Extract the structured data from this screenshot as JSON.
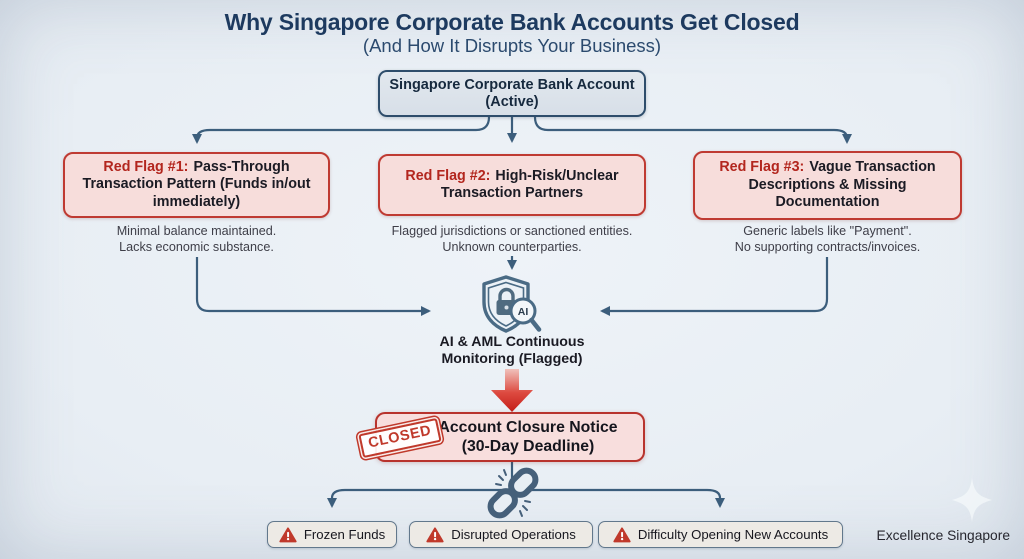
{
  "header": {
    "title": "Why Singapore Corporate Bank Accounts Get Closed",
    "subtitle": "(And How It Disrupts Your Business)"
  },
  "root_box": {
    "line1": "Singapore Corporate Bank Account",
    "line2": "(Active)"
  },
  "red_flags": [
    {
      "label": "Red Flag #1:",
      "title": "Pass-Through Transaction Pattern (Funds in/out immediately)",
      "desc_line1": "Minimal balance maintained.",
      "desc_line2": "Lacks economic substance."
    },
    {
      "label": "Red Flag #2:",
      "title": "High-Risk/Unclear Transaction Partners",
      "desc_line1": "Flagged jurisdictions or sanctioned entities.",
      "desc_line2": "Unknown counterparties."
    },
    {
      "label": "Red Flag #3:",
      "title": "Vague Transaction Descriptions & Missing Documentation",
      "desc_line1": "Generic labels like \"Payment\".",
      "desc_line2": "No supporting contracts/invoices."
    }
  ],
  "monitoring": {
    "line1": "AI & AML Continuous",
    "line2": "Monitoring (Flagged)",
    "ai_badge": "AI"
  },
  "closure": {
    "stamp": "CLOSED",
    "line1": "Account Closure Notice",
    "line2": "(30-Day Deadline)"
  },
  "consequences": [
    {
      "label": "Frozen Funds"
    },
    {
      "label": "Disrupted Operations"
    },
    {
      "label": "Difficulty Opening New Accounts"
    }
  ],
  "footer": {
    "brand": "Excellence Singapore"
  },
  "colors": {
    "background": "#e9eef4",
    "title_navy": "#1d3a5f",
    "connector_line": "#3c5e7c",
    "flag_label_red": "#b3261e",
    "flag_box_pink": "#f7dddb",
    "flag_border_red": "#bf3a32",
    "closure_arrow_red": "#c41e18",
    "warning_triangle_red": "#c0392b"
  }
}
